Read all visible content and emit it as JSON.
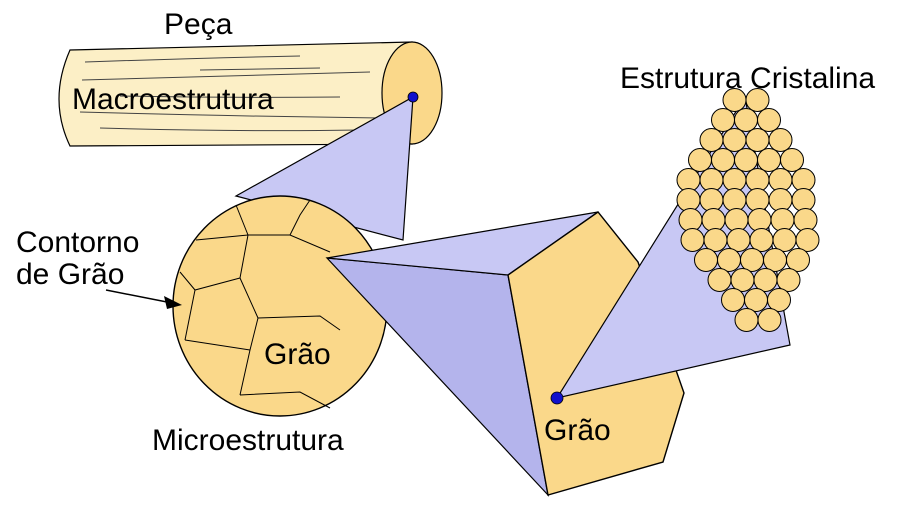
{
  "labels": {
    "peca": "Peça",
    "macroestrutura": "Macroestrutura",
    "estrutura_cristalina": "Estrutura Cristalina",
    "contorno_line1": "Contorno",
    "contorno_line2": "de Grão",
    "grao_micro": "Grão",
    "microestrutura": "Microestrutura",
    "grao_large": "Grão"
  },
  "colors": {
    "grain_fill": "#fad88a",
    "cylinder_fill": "#fcefc6",
    "cone_fill": "#c8c8f4",
    "cone_shade": "#b4b4ec",
    "atom_fill": "#fad88a",
    "marker": "#1010cc",
    "stroke": "#000000"
  }
}
